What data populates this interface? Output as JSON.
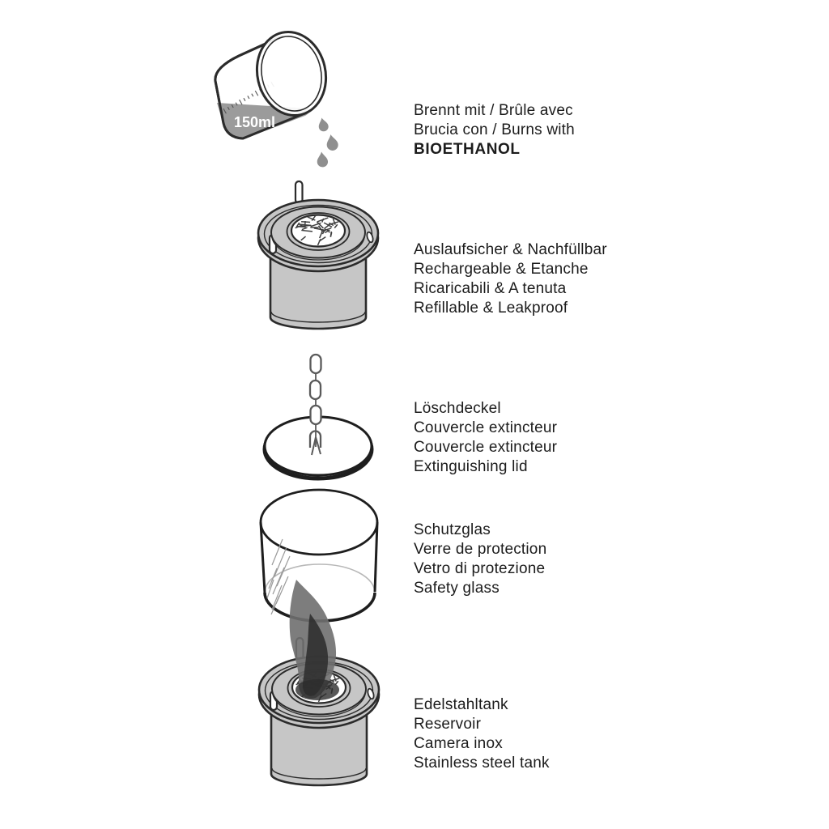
{
  "colors": {
    "outline": "#2b2b2b",
    "metal_gray": "#c6c6c6",
    "liquid_gray": "#9b9b9b",
    "droplet_gray": "#8f8f8f",
    "flame_outer": "#6f6f6f",
    "flame_inner": "#2d2d2d",
    "text": "#1c1c1c"
  },
  "cup": {
    "volume_label": "150ml"
  },
  "sections": [
    {
      "id": "fuel",
      "lines": [
        "Brennt mit / Brûle avec",
        "Brucia con / Burns with",
        "BIOETHANOL"
      ]
    },
    {
      "id": "leakproof",
      "lines": [
        "Auslaufsicher & Nachfüllbar",
        "Rechargeable & Etanche",
        "Ricaricabili & A tenuta",
        "Refillable & Leakproof"
      ]
    },
    {
      "id": "extinguishing-lid",
      "lines": [
        "Löschdeckel",
        "Couvercle extincteur",
        "Couvercle extincteur",
        "Extinguishing lid"
      ]
    },
    {
      "id": "safety-glass",
      "lines": [
        "Schutzglas",
        "Verre de protection",
        "Vetro di protezione",
        "Safety glass"
      ]
    },
    {
      "id": "steel-tank",
      "lines": [
        "Edelstahltank",
        "Reservoir",
        "Camera inox",
        "Stainless steel tank"
      ]
    }
  ]
}
